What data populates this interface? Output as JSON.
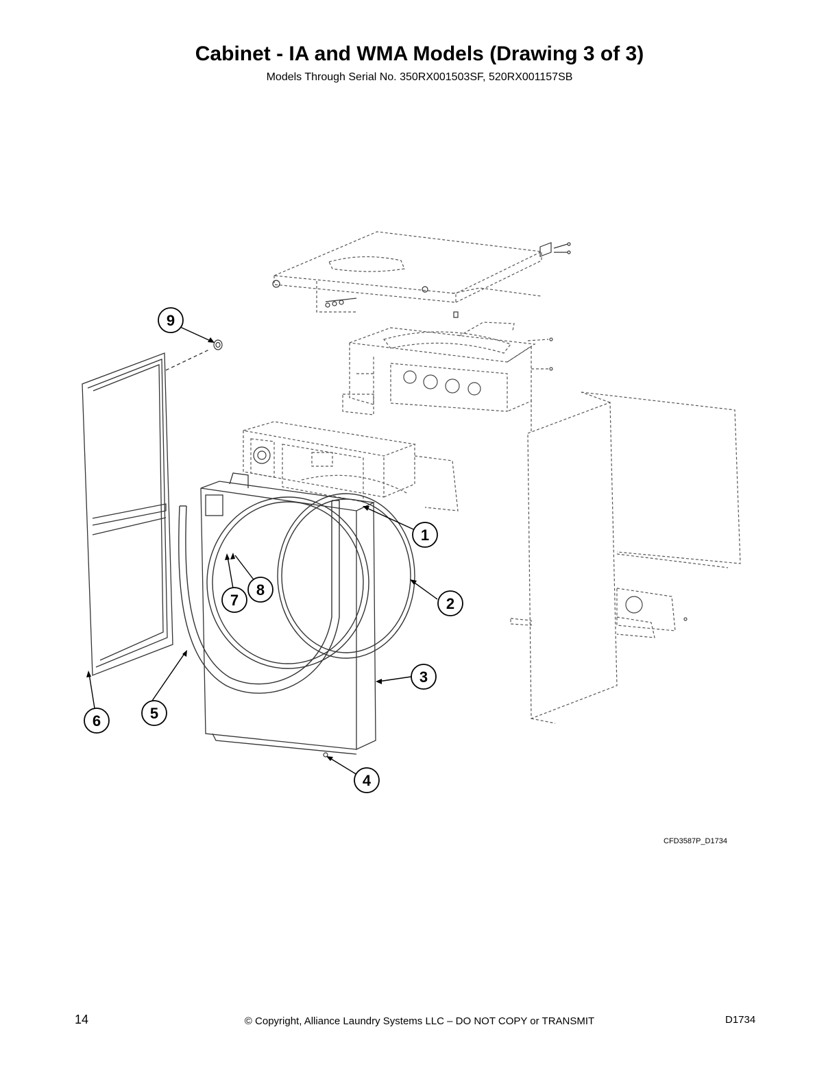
{
  "header": {
    "title": "Cabinet - IA and WMA Models (Drawing 3 of 3)",
    "subtitle": "Models Through Serial No. 350RX001503SF, 520RX001157SB"
  },
  "callouts": [
    "1",
    "2",
    "3",
    "4",
    "5",
    "6",
    "7",
    "8",
    "9"
  ],
  "drawing_code": "CFD3587P_D1734",
  "footer": {
    "page_number": "14",
    "copyright": "© Copyright, Alliance Laundry Systems LLC – DO NOT COPY or TRANSMIT",
    "doc_id": "D1734"
  }
}
